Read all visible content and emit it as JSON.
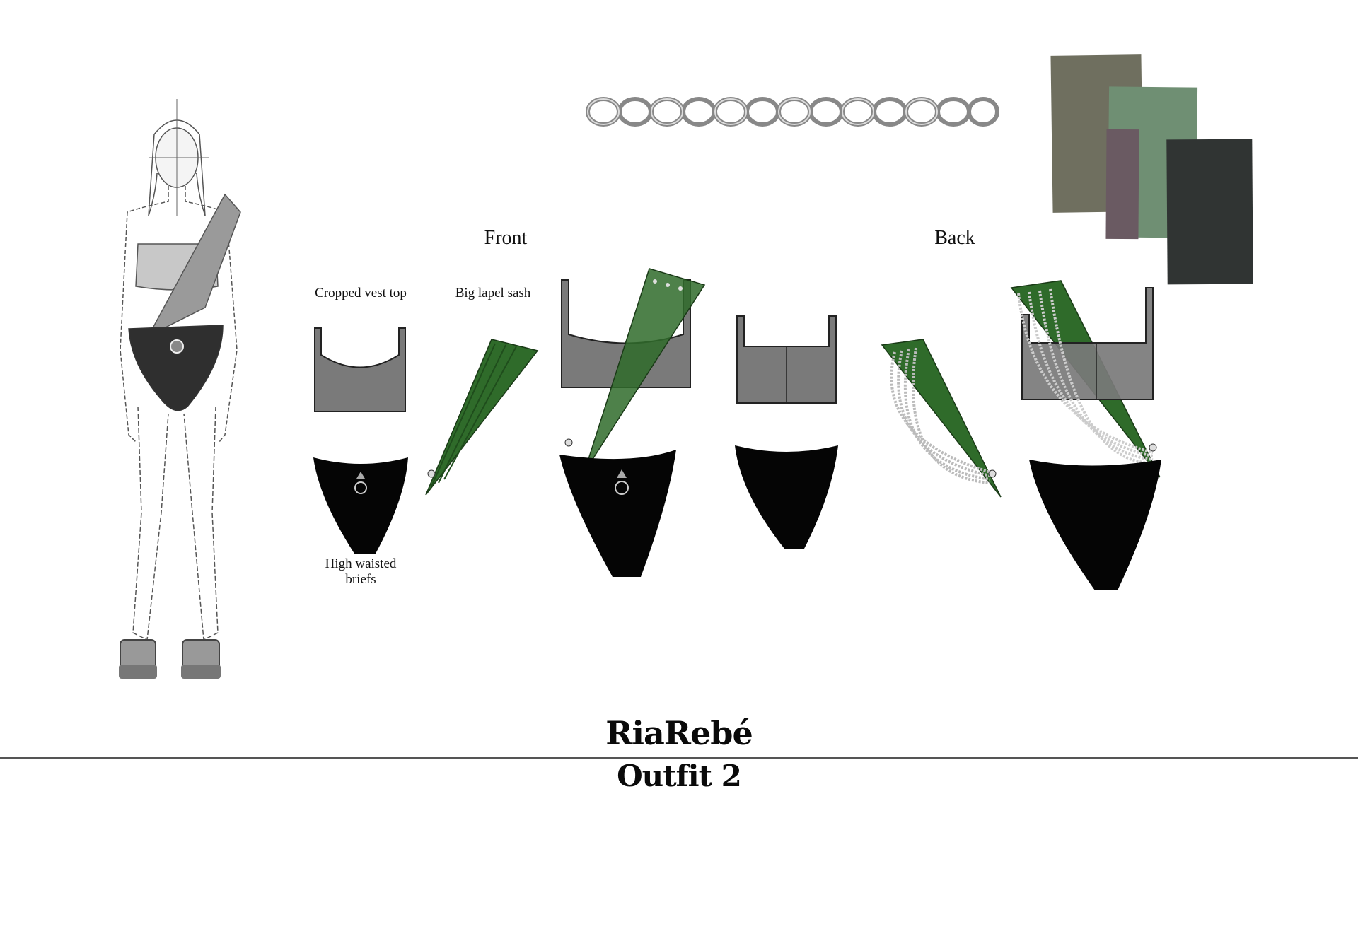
{
  "labels": {
    "front": "Front",
    "back": "Back",
    "cropped_vest_top": "Cropped vest top",
    "big_lapel_sash": "Big lapel sash",
    "high_waisted_briefs": "High waisted briefs"
  },
  "brand": {
    "name": "RiaRebé",
    "outfit": "Outfit 2"
  },
  "colors": {
    "sash_green": "#2f6b2a",
    "top_grey": "#7a7a7a",
    "briefs_black": "#050505",
    "chain_silver": "#a9a9a9"
  },
  "swatches": [
    {
      "name": "olive-grey",
      "color": "#6f6f5f"
    },
    {
      "name": "sage-green",
      "color": "#6f8f73"
    },
    {
      "name": "mauve-grey",
      "color": "#6a5a62"
    },
    {
      "name": "charcoal",
      "color": "#303433"
    }
  ]
}
